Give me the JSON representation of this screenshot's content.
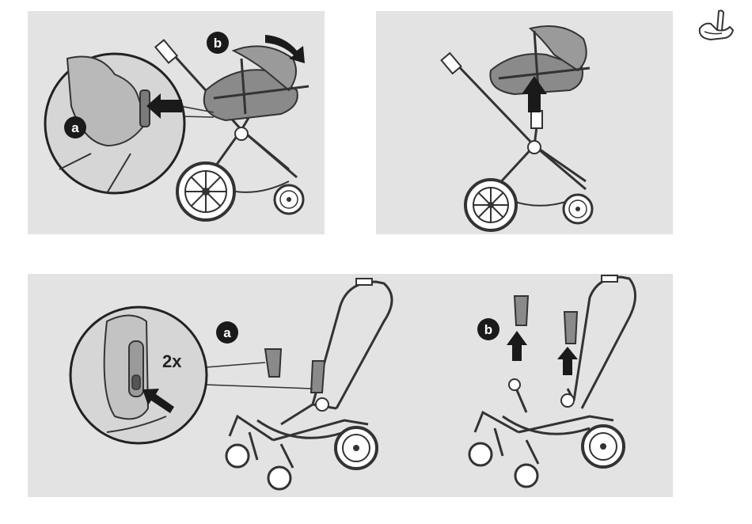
{
  "colors": {
    "panel_bg": "#e3e3e3",
    "line": "#333333",
    "seat_fill": "#8a8a8a",
    "arrow": "#1a1a1a",
    "badge": "#1a1a1a"
  },
  "icons": {
    "corner": "infant-car-seat-icon"
  },
  "steps": {
    "panel1": {
      "label_a": "a",
      "label_b": "b"
    },
    "panel2": {},
    "panel3": {
      "label_a": "a",
      "label_b": "b",
      "press_count": "2x"
    }
  }
}
